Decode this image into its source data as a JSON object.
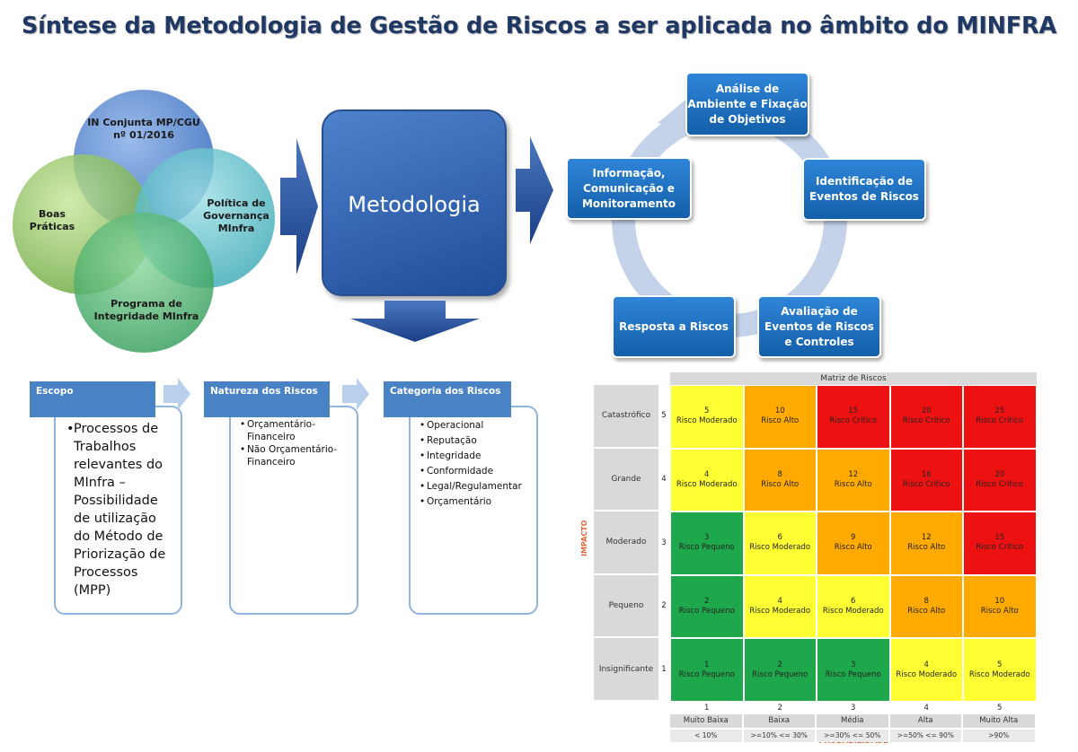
{
  "title": "Síntese da Metodologia de Gestão de Riscos a ser aplicada no âmbito do MINFRA",
  "venn": {
    "top": "IN Conjunta MP/CGU nº 01/2016",
    "left": "Boas Práticas",
    "right": "Política de Governança MInfra",
    "bottom": "Programa de Integridade MInfra"
  },
  "center_label": "Metodologia",
  "cycle": {
    "step1": "Análise de Ambiente e Fixação de Objetivos",
    "step2": "Identificação de Eventos de Riscos",
    "step3": "Avaliação de Eventos de Riscos e Controles",
    "step4": "Resposta a Riscos",
    "step5": "Informação, Comunicação e Monitoramento"
  },
  "boxes": {
    "escopo": {
      "title": "Escopo",
      "items": [
        "Processos de Trabalhos relevantes do MInfra – Possibilidade de utilização do Método de Priorização de Processos (MPP)"
      ]
    },
    "natureza": {
      "title": "Natureza dos Riscos",
      "items": [
        "Orçamentário-Financeiro",
        "Não Orçamentário-Financeiro"
      ]
    },
    "categoria": {
      "title": "Categoria dos Riscos",
      "items": [
        "Operacional",
        "Reputação",
        "Integridade",
        "Conformidade",
        "Legal/Regulamentar",
        "Orçamentário"
      ]
    }
  },
  "matrix": {
    "title": "Matriz de Riscos",
    "impact_label": "IMPACTO",
    "probability_label": "PROBABILIDADE",
    "colors": {
      "Pequeno": "#1fa84b",
      "Moderado": "#ffff33",
      "Alto": "#ffaa00",
      "Crítico": "#ee1111"
    },
    "rows": [
      {
        "label": "Catastrófico",
        "num": "5",
        "cells": [
          [
            "5",
            "Risco Moderado",
            "Moderado"
          ],
          [
            "10",
            "Risco Alto",
            "Alto"
          ],
          [
            "15",
            "Risco Crítico",
            "Crítico"
          ],
          [
            "20",
            "Risco Crítico",
            "Crítico"
          ],
          [
            "25",
            "Risco Crítico",
            "Crítico"
          ]
        ]
      },
      {
        "label": "Grande",
        "num": "4",
        "cells": [
          [
            "4",
            "Risco Moderado",
            "Moderado"
          ],
          [
            "8",
            "Risco Alto",
            "Alto"
          ],
          [
            "12",
            "Risco Alto",
            "Alto"
          ],
          [
            "16",
            "Risco Crítico",
            "Crítico"
          ],
          [
            "20",
            "Risco Crítico",
            "Crítico"
          ]
        ]
      },
      {
        "label": "Moderado",
        "num": "3",
        "cells": [
          [
            "3",
            "Risco Pequeno",
            "Pequeno"
          ],
          [
            "6",
            "Risco Moderado",
            "Moderado"
          ],
          [
            "9",
            "Risco Alto",
            "Alto"
          ],
          [
            "12",
            "Risco Alto",
            "Alto"
          ],
          [
            "15",
            "Risco Crítico",
            "Crítico"
          ]
        ]
      },
      {
        "label": "Pequeno",
        "num": "2",
        "cells": [
          [
            "2",
            "Risco Pequeno",
            "Pequeno"
          ],
          [
            "4",
            "Risco Moderado",
            "Moderado"
          ],
          [
            "6",
            "Risco Moderado",
            "Moderado"
          ],
          [
            "8",
            "Risco Alto",
            "Alto"
          ],
          [
            "10",
            "Risco Alto",
            "Alto"
          ]
        ]
      },
      {
        "label": "Insignificante",
        "num": "1",
        "cells": [
          [
            "1",
            "Risco Pequeno",
            "Pequeno"
          ],
          [
            "2",
            "Risco Pequeno",
            "Pequeno"
          ],
          [
            "3",
            "Risco Pequeno",
            "Pequeno"
          ],
          [
            "4",
            "Risco Moderado",
            "Moderado"
          ],
          [
            "5",
            "Risco Moderado",
            "Moderado"
          ]
        ]
      }
    ],
    "col_nums": [
      "1",
      "2",
      "3",
      "4",
      "5"
    ],
    "prob_labels": [
      "Muito Baixa",
      "Baixa",
      "Média",
      "Alta",
      "Muito Alta"
    ],
    "prob_ranges": [
      "< 10%",
      ">=10% <= 30%",
      ">=30% <= 50%",
      ">=50% <= 90%",
      ">90%"
    ]
  }
}
